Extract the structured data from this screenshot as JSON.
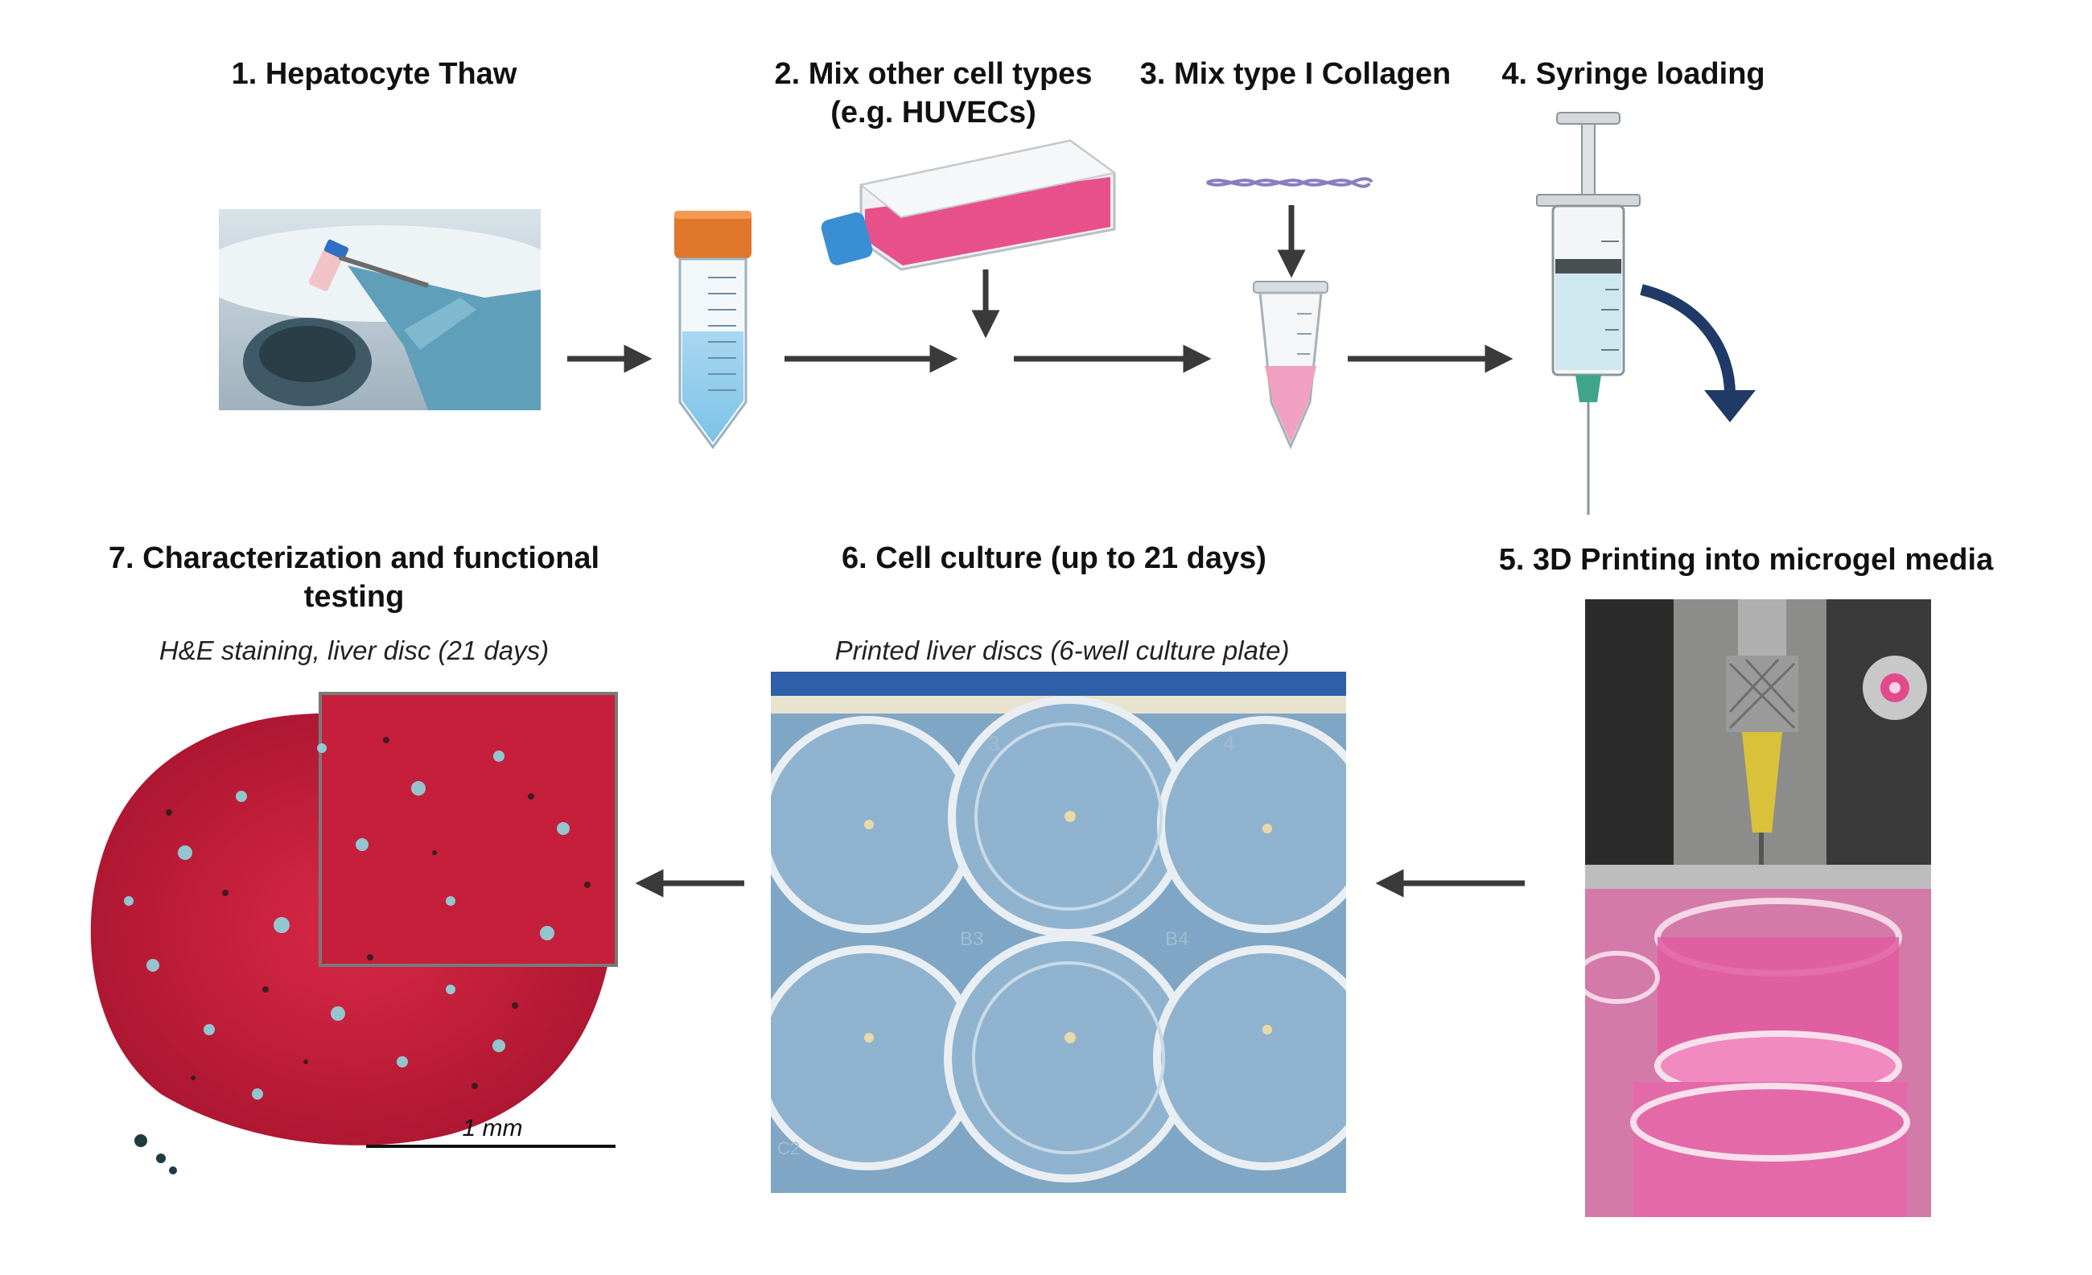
{
  "steps": {
    "s1": "1. Hepatocyte Thaw",
    "s2_line1": "2. Mix other cell types",
    "s2_line2": "(e.g. HUVECs)",
    "s3": "3. Mix type I Collagen",
    "s4": "4. Syringe loading",
    "s5": "5. 3D Printing into microgel media",
    "s6": "6. Cell culture (up to 21 days)",
    "s7_line1": "7. Characterization and functional",
    "s7_line2": "testing"
  },
  "captions": {
    "he": "H&E staining, liver disc (21 days)",
    "plate": "Printed liver discs (6-well culture plate)",
    "scale": "1 mm"
  },
  "plate_well_labels": [
    "3",
    "4",
    "B3",
    "B4",
    "C2"
  ],
  "colors": {
    "arrow": "#3a3a3a",
    "pink_media": "#e8508a",
    "tube_cap": "#e0772a",
    "flask_cap": "#3a8fd4",
    "tissue_red": "#c8203c",
    "curved_arrow": "#1f3a66"
  }
}
